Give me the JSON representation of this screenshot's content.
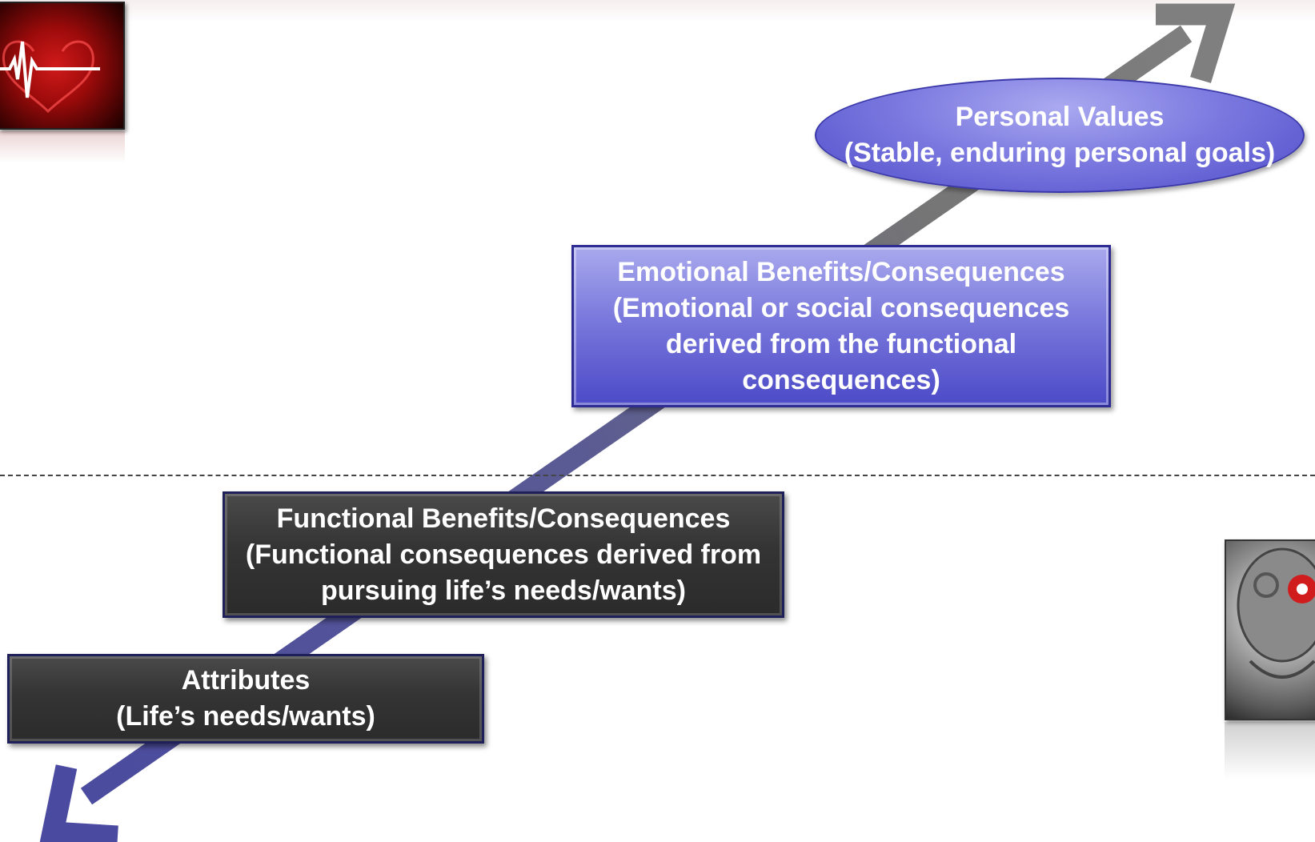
{
  "diagram": {
    "nodes": [
      {
        "id": "personal-values",
        "lines": [
          "Personal Values",
          "(Stable, enduring personal goals)"
        ]
      },
      {
        "id": "emotional",
        "lines": [
          "Emotional Benefits/Consequences",
          "(Emotional or social consequences",
          "derived from the functional",
          "consequences)"
        ]
      },
      {
        "id": "functional",
        "lines": [
          "Functional Benefits/Consequences",
          "(Functional consequences derived from",
          "pursuing life’s needs/wants)"
        ]
      },
      {
        "id": "attributes",
        "lines": [
          "Attributes",
          "(Life’s needs/wants)"
        ]
      }
    ],
    "colors": {
      "arrow_lower": "#4a4aa0",
      "arrow_upper": "#7a7a7a",
      "dark_box": "#343434",
      "purple_box": "#6a68d6"
    }
  }
}
